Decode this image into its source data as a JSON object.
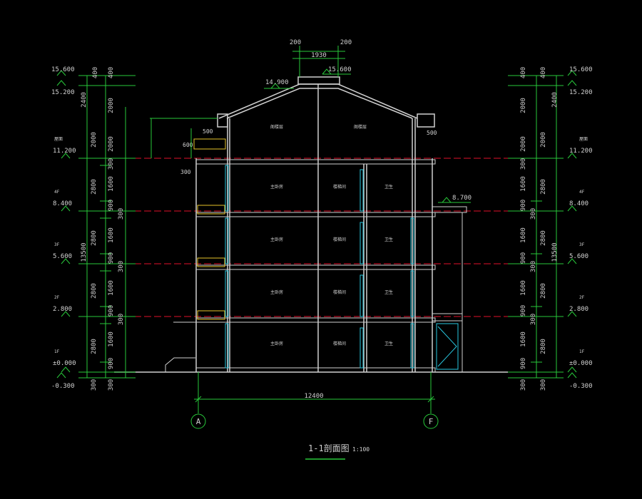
{
  "drawing": {
    "title": "1-1剖面图",
    "scale": "1:100",
    "total_width": "12400",
    "axis_left": "A",
    "axis_right": "F",
    "roof_dims": {
      "left": "200",
      "right": "200",
      "middle": "1930"
    },
    "ridge_level": "15.600",
    "eave_level": "14.900",
    "canopy_level": "8.700",
    "dim_500_a": "500",
    "dim_500_b": "500",
    "dim_600": "600",
    "dim_300": "300",
    "overall_height": "13500"
  },
  "levels": [
    {
      "name": "",
      "value": "15.600"
    },
    {
      "name": "",
      "value": "15.200"
    },
    {
      "name": "屋面",
      "value": "11.200"
    },
    {
      "name": "4F",
      "value": "8.400"
    },
    {
      "name": "3F",
      "value": "5.600"
    },
    {
      "name": "2F",
      "value": "2.800"
    },
    {
      "name": "1F",
      "value": "±0.000"
    },
    {
      "name": "",
      "value": "-0.300"
    }
  ],
  "vertical_dims_outer": [
    "400",
    "2400",
    "2000",
    "2800",
    "2800",
    "2800",
    "2800",
    "300"
  ],
  "vertical_dims_inner": [
    "400",
    "2000",
    "2000",
    "300",
    "1600",
    "900",
    "300",
    "1600",
    "900",
    "300",
    "1600",
    "900",
    "300",
    "1600",
    "900",
    "300"
  ],
  "rooms": [
    {
      "label": "阁楼层"
    },
    {
      "label": "阁楼层"
    },
    {
      "label": "主卧房"
    },
    {
      "label": "楼梯间"
    },
    {
      "label": "卫生"
    },
    {
      "label": "主卧房"
    },
    {
      "label": "楼梯间"
    },
    {
      "label": "卫生"
    },
    {
      "label": "主卧房"
    },
    {
      "label": "楼梯间"
    },
    {
      "label": "卫生"
    },
    {
      "label": "主卧房"
    },
    {
      "label": "楼梯间"
    },
    {
      "label": "卫生"
    }
  ]
}
